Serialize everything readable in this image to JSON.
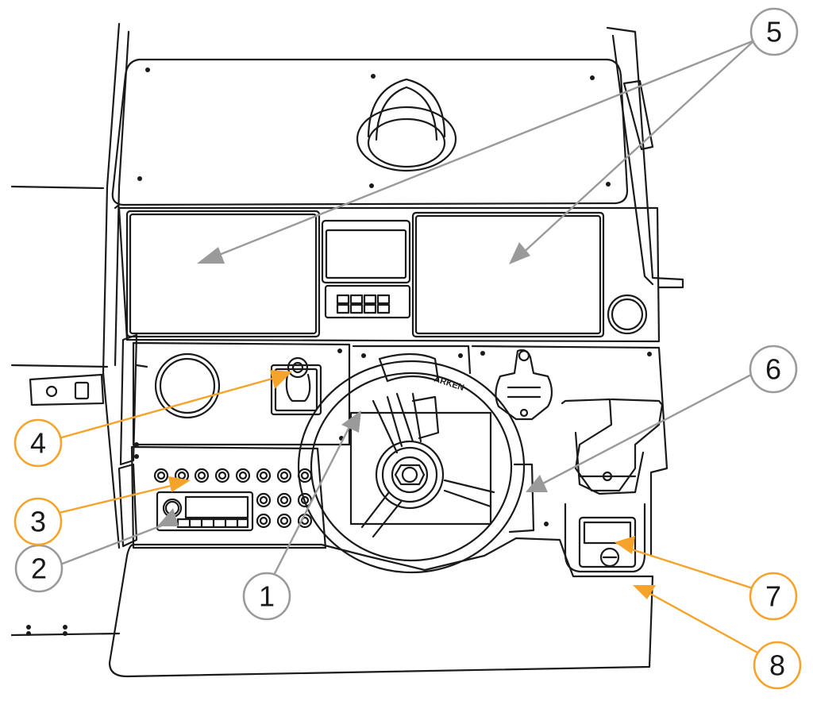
{
  "colors": {
    "line": "#1a1a1a",
    "gray_callout": "#9a9a9a",
    "orange_callout": "#f6a32b",
    "background": "#ffffff"
  },
  "brand_text": "ARKEN",
  "callouts": [
    {
      "label": "1",
      "color": "gray"
    },
    {
      "label": "2",
      "color": "gray"
    },
    {
      "label": "3",
      "color": "orange"
    },
    {
      "label": "4",
      "color": "orange"
    },
    {
      "label": "5",
      "color": "gray"
    },
    {
      "label": "6",
      "color": "gray"
    },
    {
      "label": "7",
      "color": "orange"
    },
    {
      "label": "8",
      "color": "orange"
    }
  ]
}
